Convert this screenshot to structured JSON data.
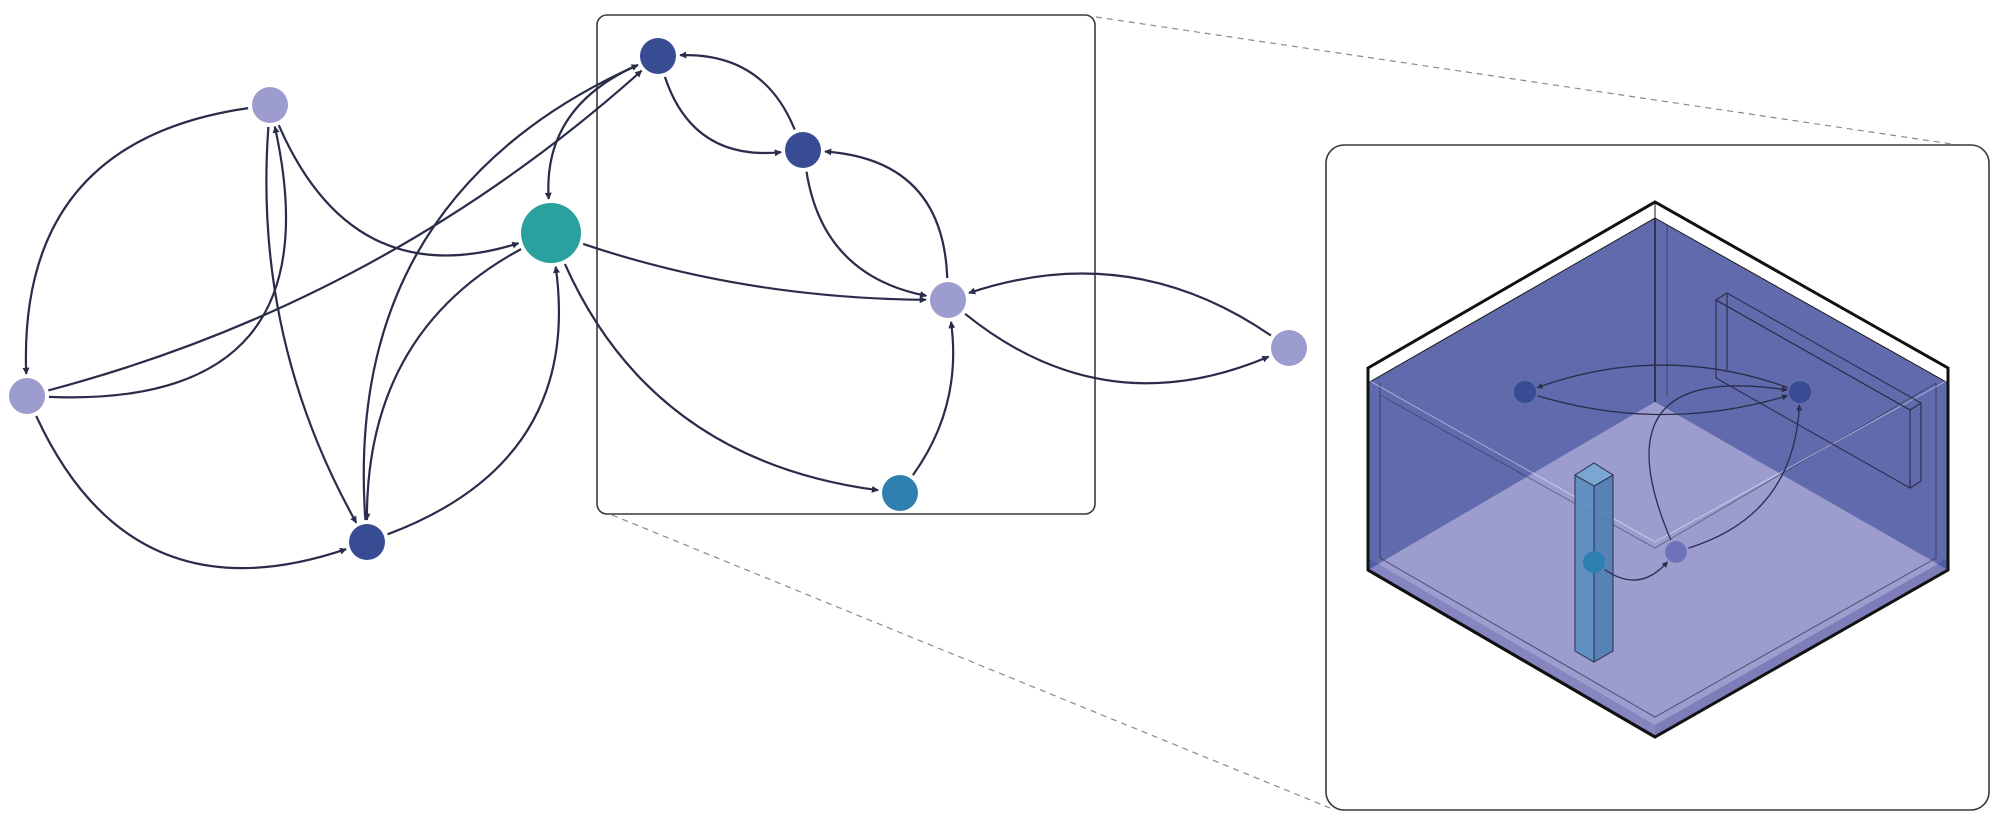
{
  "colors": {
    "background": "#ffffff",
    "edge": "#2a2d4a",
    "frame": "#3a3a3a",
    "leader": "#8a8a8a",
    "node_light": "#9c9ccf",
    "node_dark": "#374c93",
    "node_teal": "#2aa19f",
    "node_steel": "#2f7fb0",
    "wall_blue": "#4a55a0",
    "floor_lavender": "#9c9ccf",
    "pillar_blue": "#5a8ec0"
  },
  "graph": {
    "nodes": [
      {
        "id": "n-top-left-light",
        "tone": "light"
      },
      {
        "id": "n-left-light",
        "tone": "light"
      },
      {
        "id": "n-bottom-dark",
        "tone": "dark"
      },
      {
        "id": "n-center-teal",
        "tone": "teal"
      },
      {
        "id": "n-top-dark",
        "tone": "dark"
      },
      {
        "id": "n-upper-right-dark",
        "tone": "dark"
      },
      {
        "id": "n-right-light",
        "tone": "light"
      },
      {
        "id": "n-bottom-steel",
        "tone": "steel"
      },
      {
        "id": "n-far-right-light",
        "tone": "light"
      }
    ],
    "edges": [
      [
        "n-top-left-light",
        "n-left-light"
      ],
      [
        "n-left-light",
        "n-top-left-light"
      ],
      [
        "n-top-left-light",
        "n-bottom-dark"
      ],
      [
        "n-top-left-light",
        "n-center-teal"
      ],
      [
        "n-left-light",
        "n-bottom-dark"
      ],
      [
        "n-left-light",
        "n-top-dark"
      ],
      [
        "n-bottom-dark",
        "n-top-dark"
      ],
      [
        "n-bottom-dark",
        "n-center-teal"
      ],
      [
        "n-center-teal",
        "n-bottom-dark"
      ],
      [
        "n-top-dark",
        "n-center-teal"
      ],
      [
        "n-top-dark",
        "n-upper-right-dark"
      ],
      [
        "n-upper-right-dark",
        "n-top-dark"
      ],
      [
        "n-upper-right-dark",
        "n-right-light"
      ],
      [
        "n-right-light",
        "n-upper-right-dark"
      ],
      [
        "n-center-teal",
        "n-right-light"
      ],
      [
        "n-center-teal",
        "n-bottom-steel"
      ],
      [
        "n-bottom-steel",
        "n-right-light"
      ],
      [
        "n-right-light",
        "n-far-right-light"
      ],
      [
        "n-far-right-light",
        "n-right-light"
      ]
    ]
  },
  "inset_3d": {
    "nodes": [
      {
        "id": "r-left-wall-node",
        "tone": "dark"
      },
      {
        "id": "r-right-wall-node",
        "tone": "dark"
      },
      {
        "id": "r-pillar-node",
        "tone": "steel"
      },
      {
        "id": "r-floor-node",
        "tone": "light"
      }
    ],
    "edges": [
      [
        "r-right-wall-node",
        "r-left-wall-node"
      ],
      [
        "r-left-wall-node",
        "r-right-wall-node"
      ],
      [
        "r-pillar-node",
        "r-floor-node"
      ],
      [
        "r-floor-node",
        "r-right-wall-node"
      ],
      [
        "r-floor-node",
        "r-right-wall-node"
      ]
    ]
  }
}
